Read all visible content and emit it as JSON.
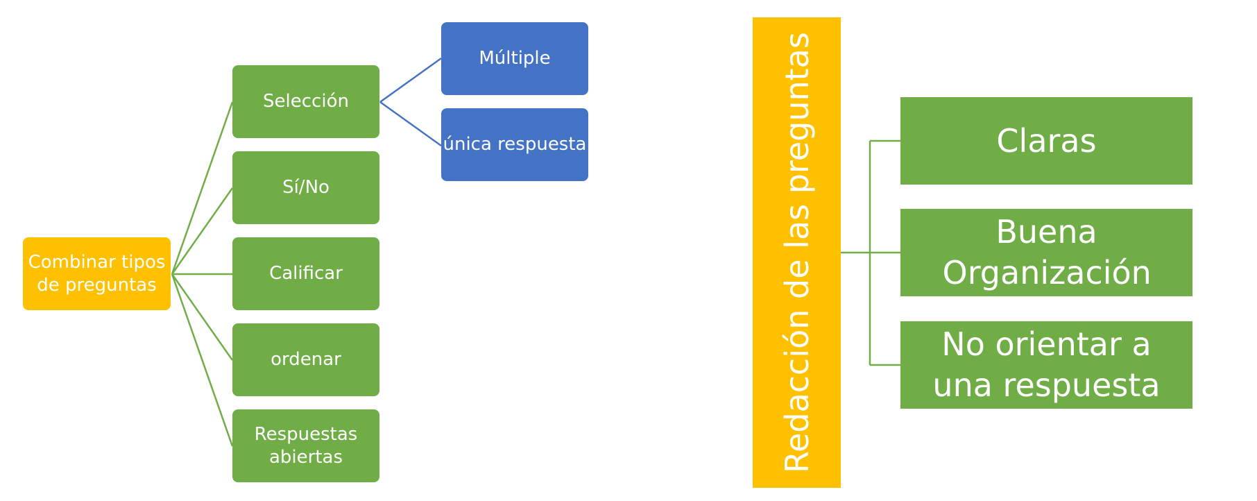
{
  "left_diagram": {
    "root": "Combinar tipos de preguntas",
    "children": [
      "Selección",
      "Sí/No",
      "Calificar",
      "ordenar",
      "Respuestas abiertas"
    ],
    "seleccion_children": [
      "Múltiple",
      "única respuesta"
    ]
  },
  "right_diagram": {
    "root": "Redacción de las preguntas",
    "children": [
      "Claras",
      "Buena Organización",
      "No orientar a una respuesta"
    ]
  },
  "colors": {
    "orange": "#ffc000",
    "green": "#70ad47",
    "blue": "#4472c4",
    "connector_green": "#70ad47",
    "connector_blue": "#4472c4"
  }
}
